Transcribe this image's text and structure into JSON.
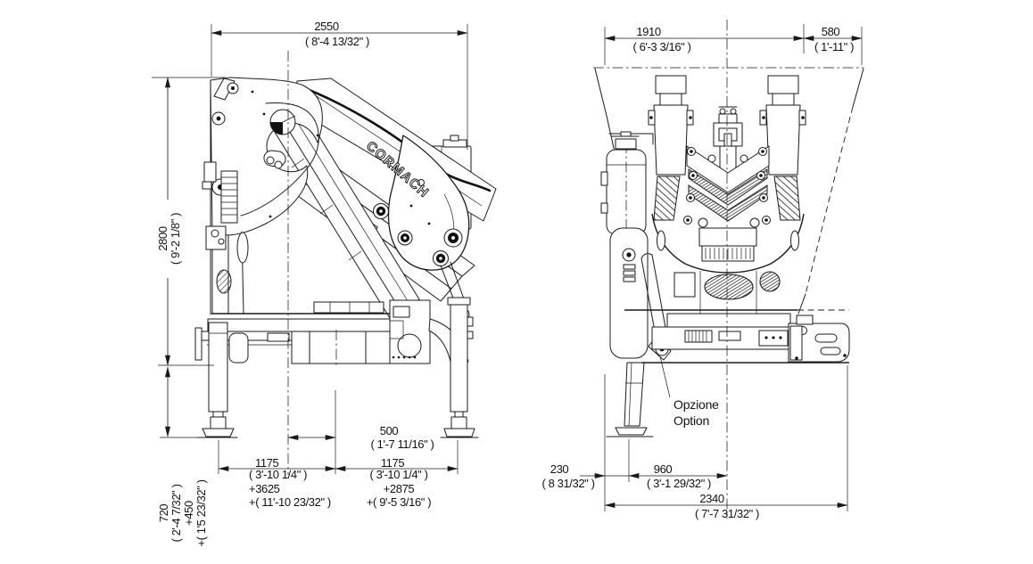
{
  "drawing": {
    "logo": "CORMACH",
    "option_line1": "Opzione",
    "option_line2": "Option"
  },
  "dims": {
    "d2550": {
      "mm": "2550",
      "imp": "( 8'-4 13/32\" )"
    },
    "d2800": {
      "mm": "2800",
      "imp": "( 9'-2 1/8\" )"
    },
    "d720": {
      "mm": "720",
      "imp": "( 2'-4 7/32\" )",
      "ext_mm": "+450",
      "ext_imp": "+( 1'5 23/32\" )"
    },
    "d500": {
      "mm": "500",
      "imp": "( 1'-7 11/16\" )"
    },
    "d1175_left": {
      "mm": "1175",
      "imp": "( 3'-10 1/4\" )",
      "ext_mm": "+3625",
      "ext_imp": "+( 11'-10 23/32\" )"
    },
    "d1175_right": {
      "mm": "1175",
      "imp": "( 3'-10 1/4\" )",
      "ext_mm": "+2875",
      "ext_imp": "+( 9'-5 3/16\" )"
    },
    "d1910": {
      "mm": "1910",
      "imp": "( 6'-3 3/16\" )"
    },
    "d580": {
      "mm": "580",
      "imp": "( 1'-11\" )"
    },
    "d230": {
      "mm": "230",
      "imp": "( 8 31/32\" )"
    },
    "d960": {
      "mm": "960",
      "imp": "( 3'-1 29/32\" )"
    },
    "d2340": {
      "mm": "2340",
      "imp": "( 7'-7 31/32\" )"
    }
  }
}
